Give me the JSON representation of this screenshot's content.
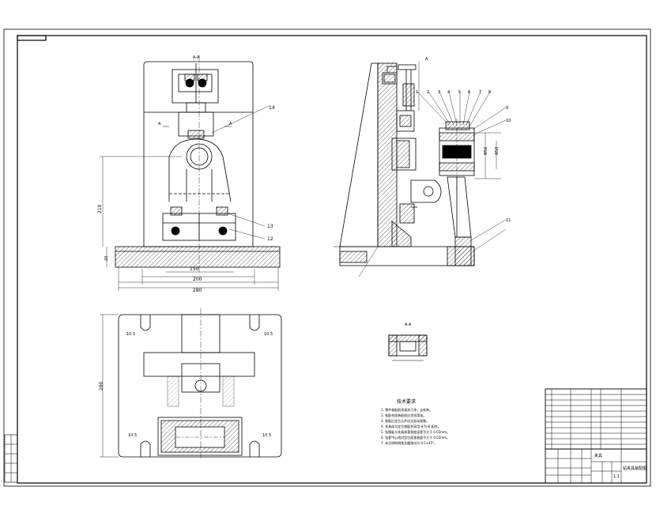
{
  "drawing": {
    "front_view": {
      "section_marker_left": "A",
      "section_marker_right": "A",
      "dim_width_inner": "150",
      "dim_width_mid": "200",
      "dim_width_total": "280",
      "dim_height": "210",
      "dim_base": "20",
      "part_callouts": [
        "14",
        "13",
        "12"
      ]
    },
    "side_view": {
      "part_callouts": [
        "1",
        "2",
        "3",
        "4",
        "5",
        "6",
        "7",
        "8",
        "9",
        "10",
        "11"
      ],
      "dim_dia_outer": "Φ56",
      "dim_dia_inner": "Φ50"
    },
    "section_view": {
      "label": "A-A"
    },
    "top_view": {
      "dim_height": "280",
      "slot_labels": [
        "10.5",
        "10.5",
        "10.5",
        "10.5"
      ]
    },
    "notes": {
      "title": "技术要求",
      "lines": [
        "1. 零件装配前须清洗干净，去毛刺。",
        "2. 各配合面装配前应涂润滑油。",
        "3. 装配后定位元件应无松动现象。",
        "4. 夹具体与定位销配合采用 H7/n6 配合。",
        "5. 钻模板与夹具体垂直度误差不大于 0.02mm。",
        "6. 钻套中心线对定位面垂直度不大于 0.02mm。",
        "7. 未注明的倒角及圆角均为 0.5×45°。"
      ]
    },
    "title_block": {
      "drawing_name": "钻夹具装配图",
      "company": "夹具",
      "scale": "1:1"
    }
  },
  "colors": {
    "line": "#000000",
    "background": "#ffffff"
  }
}
